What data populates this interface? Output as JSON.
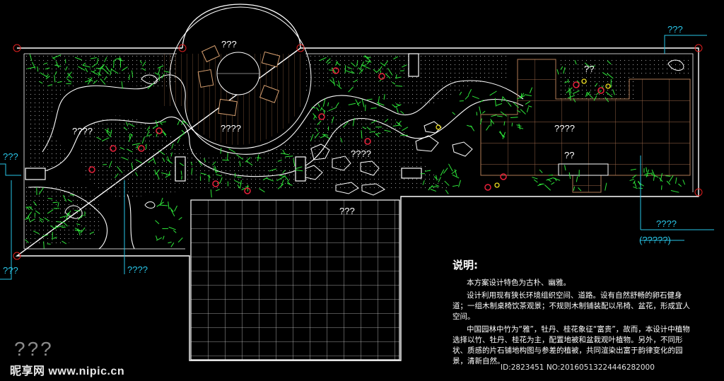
{
  "diagram": {
    "labels": {
      "pavilion": "???",
      "lawn_left": "????",
      "deck_center": "????",
      "stone_path": "????",
      "plaza": "????",
      "plaza_small": "??",
      "flowerbed": "??",
      "grid_area": "???"
    },
    "callouts": {
      "top_right": "???",
      "left_mid": "???",
      "bottom_left": "???",
      "bottom_mid": "????",
      "right_a": "????",
      "right_b": "(?????)"
    },
    "colors": {
      "line": "#ffffff",
      "callout": "#29c6e8",
      "plant": "#2ee83a",
      "flower": "#e8203a",
      "accent_yellow": "#f0e020"
    }
  },
  "notes": {
    "title": "说明:",
    "paragraphs": [
      "本方案设计特色为古朴、幽雅。",
      "设计利用现有狭长环境组织空间、道路。设有自然舒畅的卵石健身道；一组木制桌椅饮茶观景；不规则木制铺装配以吊椅、盆花，形成宜人空间。",
      "中国园林中竹为“雅”，牡丹、桂花象征“富贵”，故而，本设计中植物选择以竹、牡丹、桂花为主，配置地被和盆栽观叶植物。另外，不同形状、质感的片石铺地构图与参差的植被，共同渲染出富于韵律变化的园景，清新自然。"
    ]
  },
  "watermark": {
    "icon_text": "???",
    "site": "昵享网 www.nipic.cn",
    "id_line": "ID:2823451 NO:20160513224446282000"
  }
}
